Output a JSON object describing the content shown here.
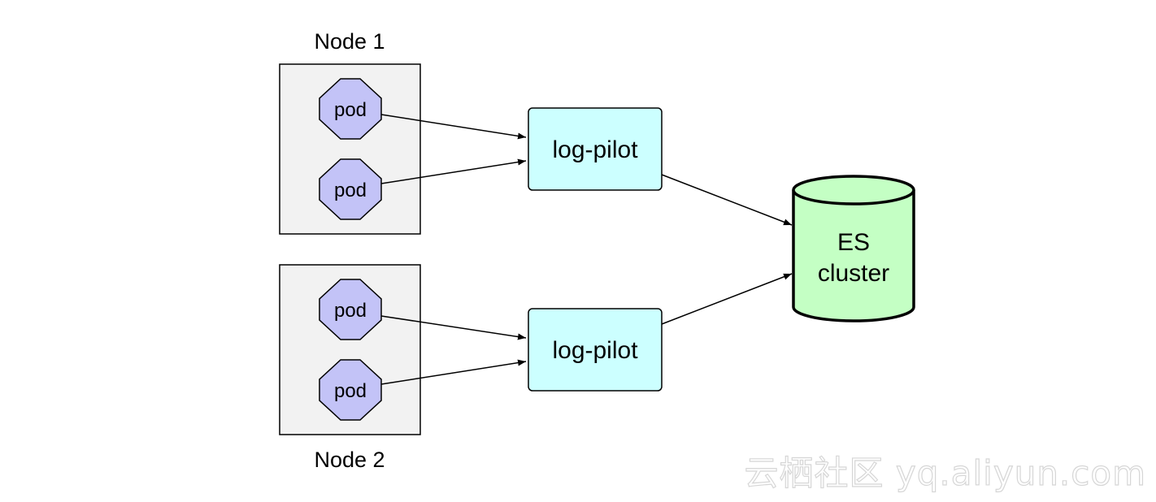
{
  "nodes": [
    {
      "title": "Node 1",
      "pods": [
        "pod",
        "pod"
      ],
      "agent": "log-pilot"
    },
    {
      "title": "Node 2",
      "pods": [
        "pod",
        "pod"
      ],
      "agent": "log-pilot"
    }
  ],
  "storage": {
    "line1": "ES",
    "line2": "cluster"
  },
  "watermark": "云栖社区 yq.aliyun.com",
  "colors": {
    "node_fill": "#f2f2f2",
    "pod_fill": "#c3c3f7",
    "pilot_fill": "#ccffff",
    "storage_fill": "#c4ffc4",
    "edge": "#000000"
  }
}
